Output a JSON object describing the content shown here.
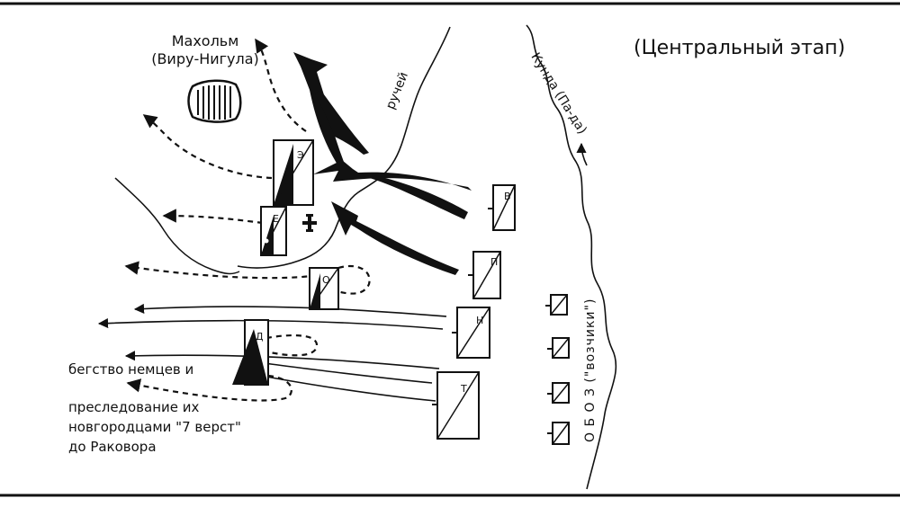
{
  "title": "(Центральный этап)",
  "town": {
    "line1": "Махольм",
    "line2": "(Виру-Нигула)"
  },
  "stream_label": "ручей",
  "river_label": "Кунда (Па-да)",
  "wagon_label": "О Б О З (\"возчики\")",
  "flight_note": {
    "line1": "бегство немцев и",
    "line2": "преследование их",
    "line3": "новгородцами \"7 верст\"",
    "line4": "до Раковора"
  },
  "german_units": [
    {
      "letter": "Э"
    },
    {
      "letter": "Е"
    },
    {
      "letter": "О"
    },
    {
      "letter": "Д"
    }
  ],
  "russian_units": [
    {
      "letter": "В"
    },
    {
      "letter": "П"
    },
    {
      "letter": "Н"
    },
    {
      "letter": "Т"
    }
  ],
  "wagon_count": 4,
  "colors": {
    "ink": "#111111",
    "paper": "#ffffff"
  },
  "icons": [
    "cross-icon",
    "town-icon",
    "arrow-icon"
  ]
}
